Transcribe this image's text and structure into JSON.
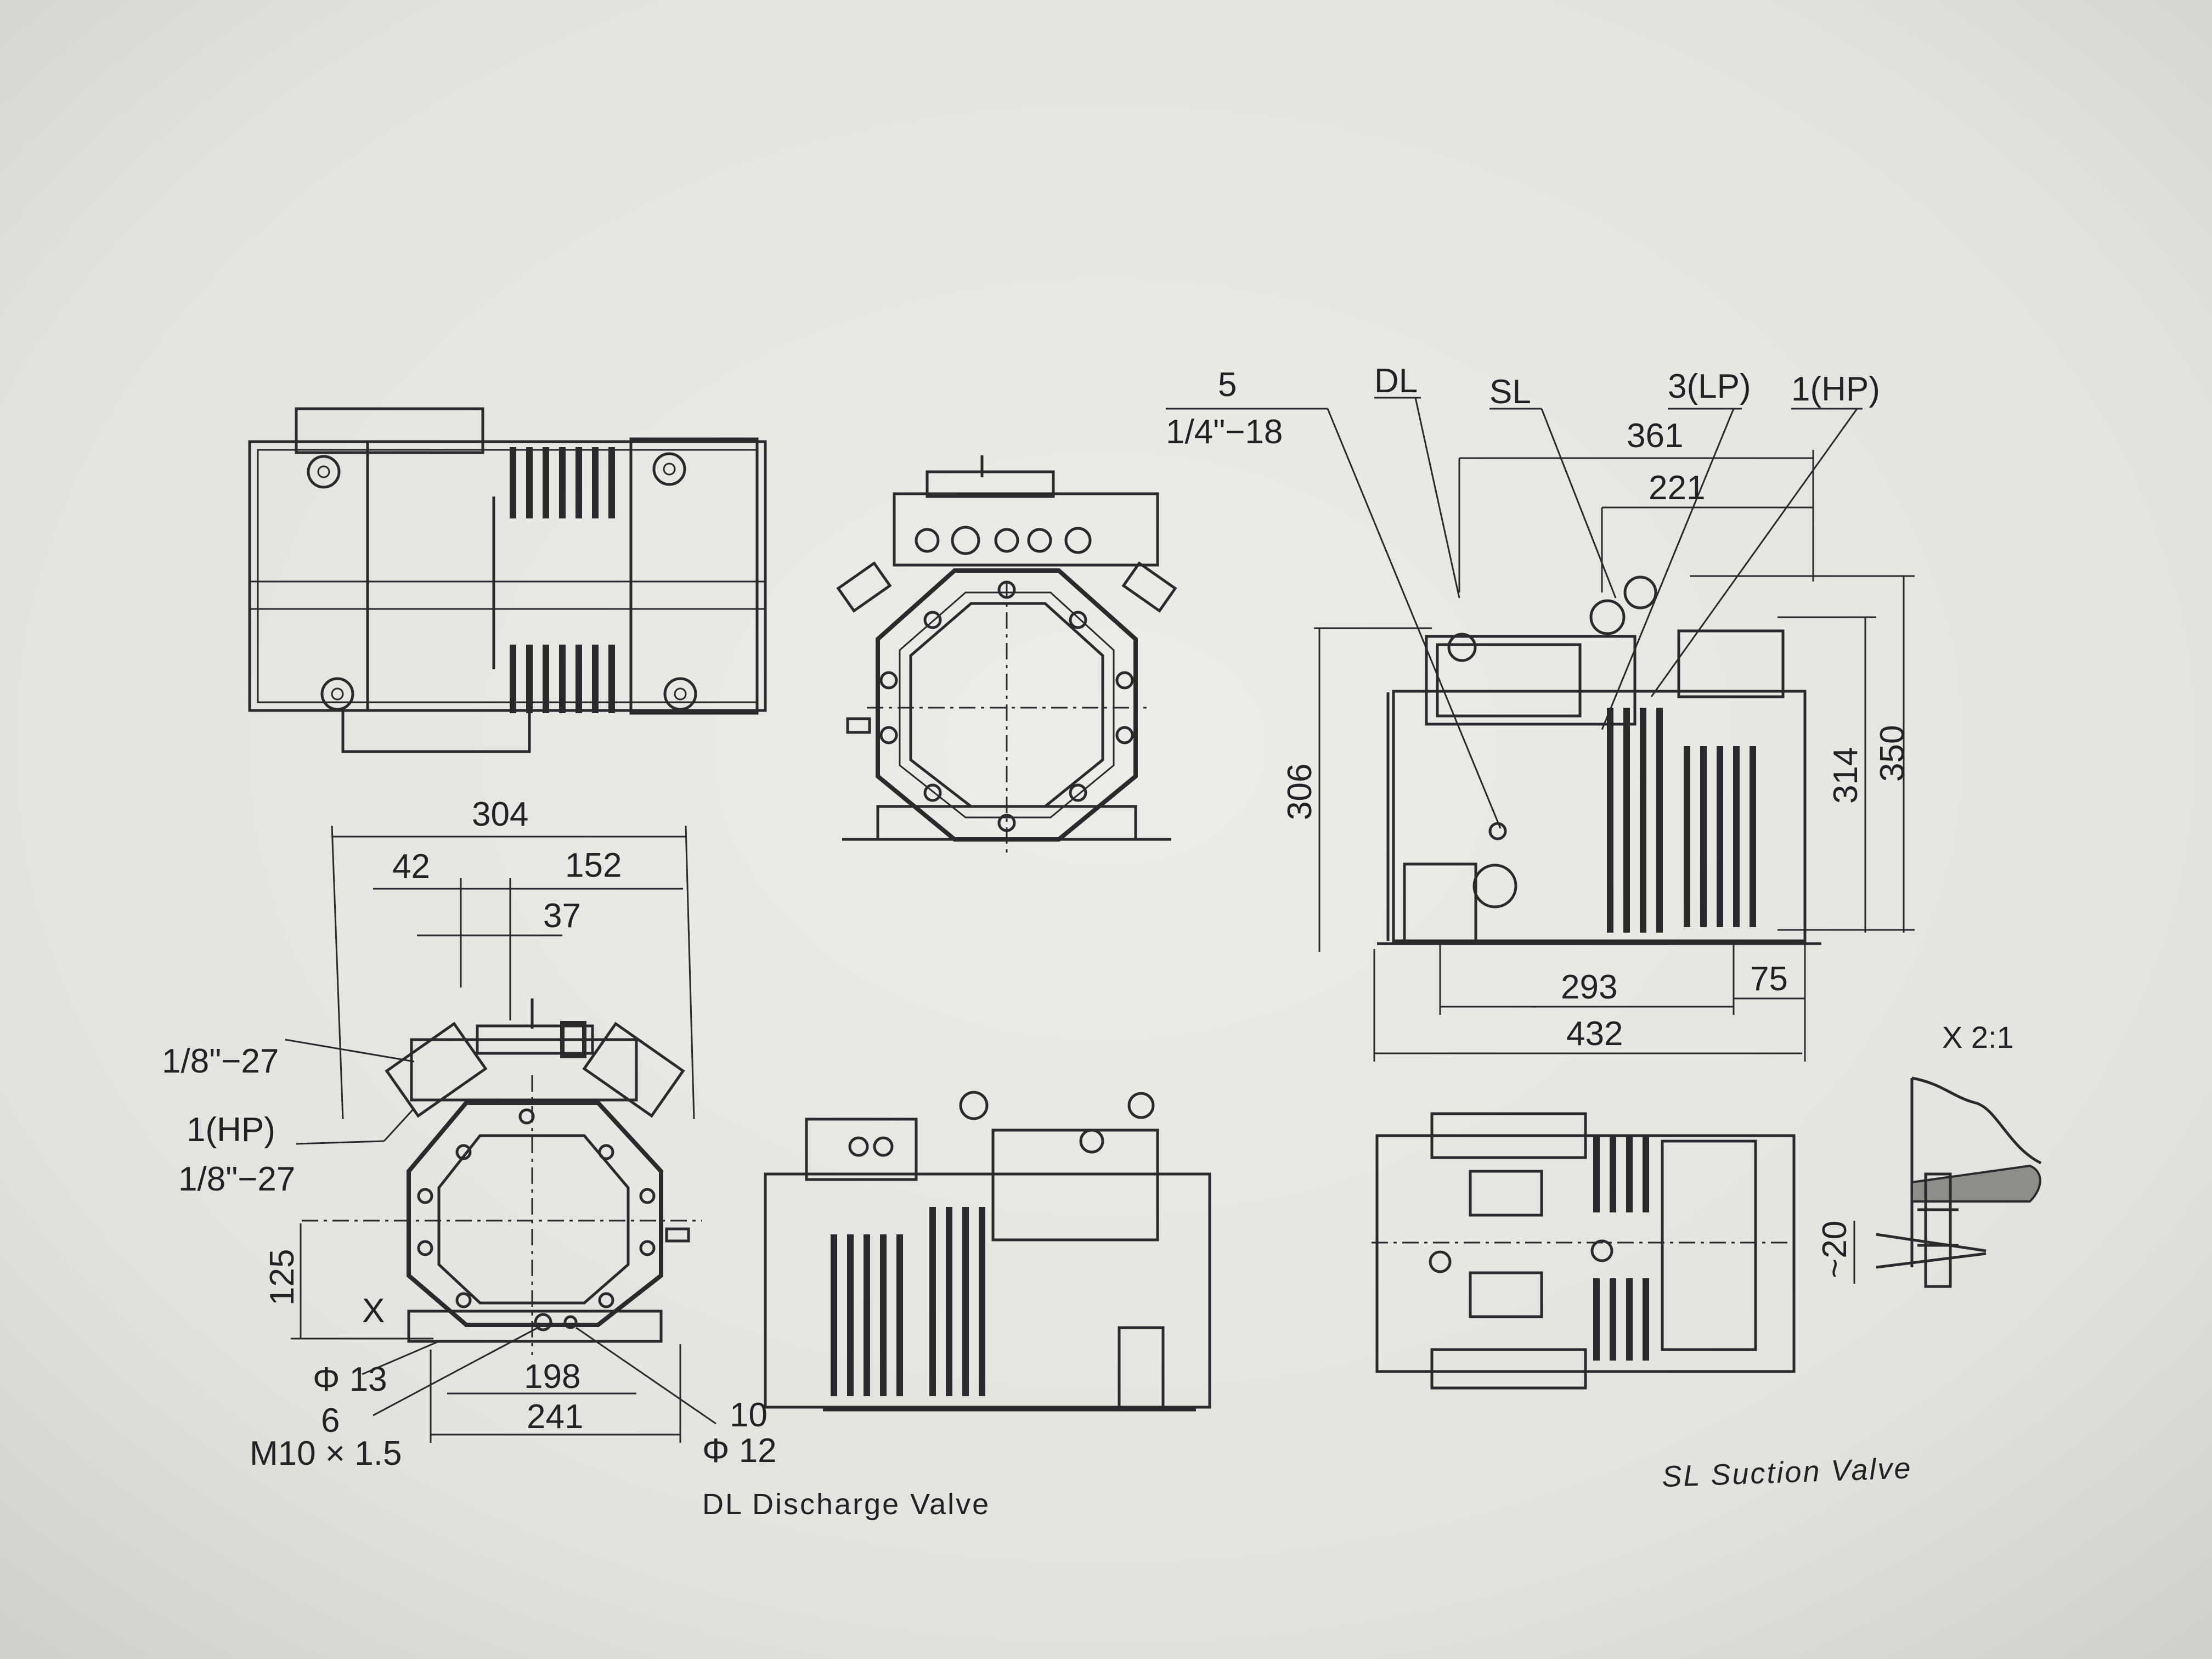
{
  "dimensions": {
    "d304": "304",
    "d42": "42",
    "d152": "152",
    "d37": "37",
    "d125": "125",
    "d198": "198",
    "d241": "241",
    "d306": "306",
    "d314": "314",
    "d350": "350",
    "d293": "293",
    "d75": "75",
    "d432": "432",
    "d361": "361",
    "d221": "221",
    "d20": "~20"
  },
  "callouts": {
    "thread_1": "1/8\"−27",
    "hp_port": "1(HP)",
    "thread_2": "1/8\"−27",
    "dia13": "Φ 13",
    "six": "6",
    "m10": "M10 × 1.5",
    "ten": "10",
    "dia12": "Φ 12",
    "five": "5",
    "thread_top": "1/4\"−18",
    "dl": "DL",
    "sl": "SL",
    "lp_port": "3(LP)",
    "hp_port_top": "1(HP)",
    "detail_scale": "X 2:1",
    "x_mark": "X"
  },
  "captions": {
    "discharge": "DL Discharge Valve",
    "suction": "SL Suction Valve"
  }
}
